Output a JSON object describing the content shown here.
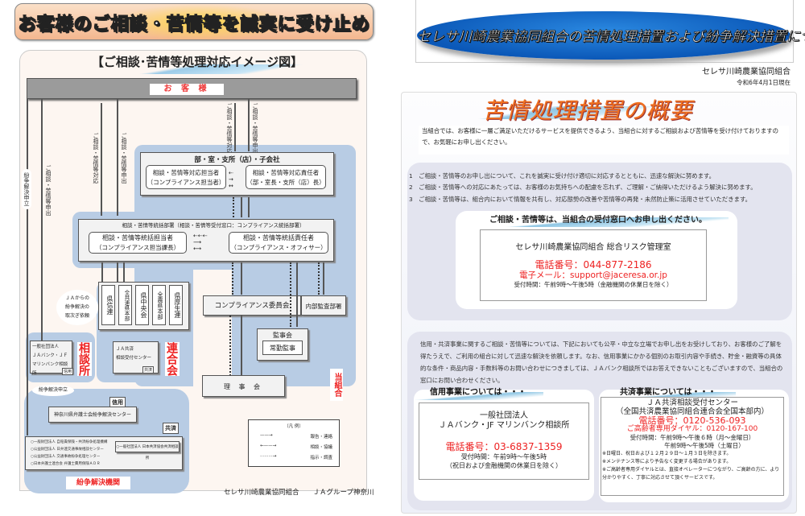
{
  "left": {
    "banner": "お客様のご相談・苦情等を誠実に受け止めます",
    "diagram_title": "【ご相談･苦情等処理対応イメージ図】",
    "customer": "お 客 様",
    "arrow_labels": {
      "dispute": "紛争解決申立",
      "consult_out": "ご相談・苦情等申出",
      "consult_response": "ご相談・苦情等対応",
      "consult_out2": "ご相談・苦情等申出",
      "branch_response": "ご相談・苦情等対応",
      "branch_out": "ご相談・苦情等申出"
    },
    "branch": {
      "title": "部・室・支所（店）・子会社",
      "staff": [
        "相談・苦情等対応担当者",
        "（コンプライアンス担当者）"
      ],
      "manager": [
        "相談・苦情等対応責任者",
        "（部・室長・支所（店）長）"
      ]
    },
    "hq": {
      "title": "相談・苦情等統括部署（相談・苦情等受付窓口：コンプライアンス統括部署）",
      "staff": [
        "相談・苦情等統括担当者",
        "（コンプライアンス担当課長）"
      ],
      "manager": [
        "相談・苦情等統括責任者",
        "（コンプライアンス・オフィサー）"
      ]
    },
    "federations": [
      "県信連",
      "全共連県本部",
      "県中央会",
      "全農県本部",
      "県厚生連"
    ],
    "ja_bubble": [
      "ＪＡからの",
      "紛争解決の",
      "取次ぎ依頼"
    ],
    "compliance_committee": "コンプライアンス委員会",
    "internal_audit": "内部監査部署",
    "auditors": "監事会",
    "standing_auditor": "常勤監事",
    "board": "理 事 会",
    "this_union": "当組合",
    "federation_label": "連合会",
    "consult_office_label": "相談所",
    "jabank_office": [
      "一般社団法人",
      "ＪＡバンク・ＪＦ",
      "マリンバンク相談所"
    ],
    "tag_credit": "信用",
    "ja_kyosai": [
      "ＪＡ共済",
      "相談受付センター"
    ],
    "tag_kyosai": "共済",
    "dispute_filing": "紛争解決申立",
    "bar_center": "神奈川県弁護士会紛争解決センター",
    "credit_tag2": "信用",
    "kyosai_tag2": "共済",
    "adr_list": [
      "○一般財団法人 自賠責保険・共済紛争処理機構",
      "○公益財団法人 日弁連交通事故相談センター",
      "○公益財団法人 交通事故紛争処理センター",
      "○日本弁護士連合会 弁護士費用保険ＡＤＲ"
    ],
    "adr_kyosai": "○一般社団法人 日本共済協会共済相談所",
    "dispute_org": "紛争解決機関",
    "legend": {
      "title": "（凡 例）",
      "items": [
        "報告・連絡",
        "相談・協議",
        "指示・調査"
      ]
    },
    "footer": "セレサ川崎農業協同組合　　ＪＡグループ神奈川"
  },
  "right": {
    "title": "セレサ川崎農業協同組合の苦情処理措置および紛争解決措置について",
    "org": "セレサ川崎農業協同組合",
    "date": "令和6年4月1日現在",
    "overview_title": "苦情処理措置の概要",
    "intro": "当組合では、お客様に一層ご満足いただけるサービスを提供できるよう、当組合に対するご相談および苦情等を受け付けておりますので、お気軽にお申し出ください。",
    "principles": [
      "1　ご相談・苦情等のお申し出について、これを誠実に受け付け適切に対応するとともに、迅速な解決に努めます。",
      "2　ご相談・苦情等への対応にあたっては、お客様のお気持ちへの配慮を忘れず、ご理解・ご納得いただけるよう解決に努めます。",
      "3　ご相談・苦情等は、組合内において情報を共有し、対応態勢の改善や苦情等の再発・未然防止策に活用させていただきます。"
    ],
    "window_title": "ご相談・苦情等は、当組合の受付窓口へお申し出ください。",
    "window": {
      "name": "セレサ川崎農業協同組合 総合リスク管理室",
      "phone": "電話番号：044-877-2186",
      "email": "電子メール：support@jaceresa.or.jp",
      "hours": "受付時間：午前9時～午後5時（金融機関の休業日を除く）"
    },
    "credit_intro": "信用・共済事業に関するご相談・苦情等については、下記においても公平・中立な立場でお申し出をお受けしており、お客様のご了解を得たうえで、ご利用の組合に対して迅速な解決を依頼します。なお、信用事業にかかる個別のお取引内容や手続き、貯金・融資等の具体的な条件・商品内容・手数料等のお問い合わせにつきましては、ＪＡバンク相談所ではお答えできないこともございますので、当組合の窓口にお問い合わせください。",
    "credit": {
      "heading": "信用事業については・・・",
      "org1": "一般社団法人",
      "org2": "ＪＡバンク・JF マリンバンク相談所",
      "phone": "電話番号：03-6837-1359",
      "hours1": "受付時間：午前9時～午後5時",
      "hours2": "（祝日および金融機関の休業日を除く）"
    },
    "kyosai": {
      "heading": "共済事業については・・・",
      "org1": "ＪＡ共済相談受付センター",
      "org2": "（全国共済農業協同組合連合会全国本部内）",
      "phone": "電話番号：0120-536-093",
      "senior": "ご高齢者専用ダイヤル：0120-167-100",
      "hours1": "受付時間：午前9時～午後６時（月～金曜日）",
      "hours2": "午前9時～午後5時（土曜日）",
      "notes": [
        "※日曜日、祝日および１２月２９日～１月３日を除きます。",
        "※メンテナンス等により予告なく変更する場合があります。",
        "※ご高齢者専用ダイヤルとは、直接オペレーターにつながり、ご高齢の方に、より分かりやすく、丁寧に対応させて頂くサービスです。"
      ]
    }
  },
  "colors": {
    "accent_red": "#e22222",
    "banner_orange": "#f4b78f",
    "diagram_blue": "#b8cce4",
    "title_orange": "#f07020",
    "ellipse_blue": "#0b58b8"
  }
}
